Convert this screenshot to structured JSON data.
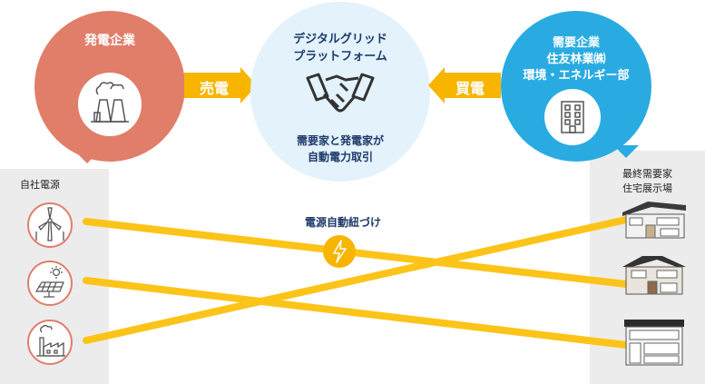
{
  "generator": {
    "label": "発電企業"
  },
  "platform": {
    "title_line1": "デジタルグリッド",
    "title_line2": "プラットフォーム",
    "desc_line1": "需要家と発電家が",
    "desc_line2": "自動電力取引"
  },
  "buyer": {
    "line1": "需要企業",
    "line2": "住友林業㈱",
    "line3": "環境・エネルギー部"
  },
  "sell_label": "売電",
  "buy_label": "買電",
  "own_power_label": "自社電源",
  "end_user_line1": "最終需要家",
  "end_user_line2": "住宅展示場",
  "auto_link_label": "電源自動紐づけ",
  "colors": {
    "generator": "#e07e6a",
    "platform": "#e3f2fb",
    "buyer": "#29abe2",
    "arrow": "#f7b500",
    "line": "#fcc419",
    "panel": "#ececec"
  },
  "icons": [
    "factory-icon",
    "handshake-icon",
    "building-icon",
    "wind-turbine-icon",
    "solar-panel-icon",
    "power-plant-icon",
    "house-icon",
    "lightning-icon"
  ]
}
